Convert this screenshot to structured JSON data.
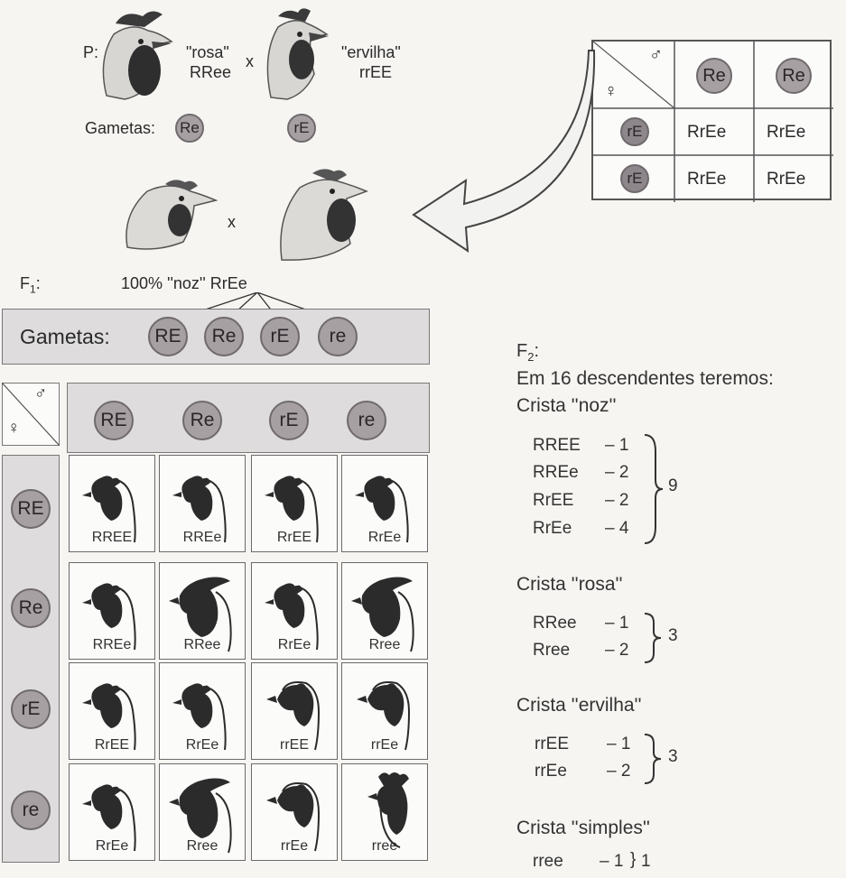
{
  "parents": {
    "p_label": "P:",
    "rosa_name": "\"rosa\"",
    "rosa_geno": "RRee",
    "cross": "x",
    "ervilha_name": "\"ervilha\"",
    "ervilha_geno": "rrEE",
    "gametas_label": "Gametas:",
    "gamete_rosa": "Re",
    "gamete_ervilha": "rE",
    "cross2": "x"
  },
  "f1_table": {
    "male_symbol": "♂",
    "female_symbol": "♀",
    "col_gametes": [
      "Re",
      "Re"
    ],
    "row_gametes": [
      "rE",
      "rE"
    ],
    "cells": [
      [
        "RrEe",
        "RrEe"
      ],
      [
        "RrEe",
        "RrEe"
      ]
    ]
  },
  "f1": {
    "label": "F",
    "label_sub": "1",
    "label_colon": ":",
    "text": "100% ''noz'' RrEe",
    "gametas_label": "Gametas:",
    "gametes": [
      "RE",
      "Re",
      "rE",
      "re"
    ]
  },
  "f2_grid": {
    "male_symbol": "♂",
    "female_symbol": "♀",
    "col_gametes": [
      "RE",
      "Re",
      "rE",
      "re"
    ],
    "row_gametes": [
      "RE",
      "Re",
      "rE",
      "re"
    ],
    "cells": [
      [
        "RREE",
        "RREe",
        "RrEE",
        "RrEe"
      ],
      [
        "RREe",
        "RRee",
        "RrEe",
        "Rree"
      ],
      [
        "RrEE",
        "RrEe",
        "rrEE",
        "rrEe"
      ],
      [
        "RrEe",
        "Rree",
        "rrEe",
        "rree"
      ]
    ],
    "comb_types": [
      [
        "noz",
        "noz",
        "noz",
        "noz"
      ],
      [
        "noz",
        "rosa",
        "noz",
        "rosa"
      ],
      [
        "noz",
        "noz",
        "ervilha",
        "ervilha"
      ],
      [
        "noz",
        "rosa",
        "ervilha",
        "simples"
      ]
    ]
  },
  "f2_summary": {
    "label": "F",
    "label_sub": "2",
    "label_colon": ":",
    "intro": "Em 16 descendentes teremos:",
    "groups": [
      {
        "title": "Crista ''noz''",
        "rows": [
          {
            "g": "RREE",
            "n": "– 1"
          },
          {
            "g": "RREe",
            "n": "– 2"
          },
          {
            "g": "RrEE",
            "n": "– 2"
          },
          {
            "g": "RrEe",
            "n": "– 4"
          }
        ],
        "total": "9"
      },
      {
        "title": "Crista ''rosa''",
        "rows": [
          {
            "g": "RRee",
            "n": "– 1"
          },
          {
            "g": "Rree",
            "n": "– 2"
          }
        ],
        "total": "3"
      },
      {
        "title": "Crista ''ervilha''",
        "rows": [
          {
            "g": "rrEE",
            "n": "– 1"
          },
          {
            "g": "rrEe",
            "n": "– 2"
          }
        ],
        "total": "3"
      },
      {
        "title": "Crista ''simples''",
        "rows": [
          {
            "g": "rree",
            "n": "– 1"
          }
        ],
        "total": "1"
      }
    ]
  },
  "colors": {
    "gamete_fill": "#a7a0a3",
    "silhouette": "#2b2b2b",
    "panel_shade": "#dedcdc"
  }
}
